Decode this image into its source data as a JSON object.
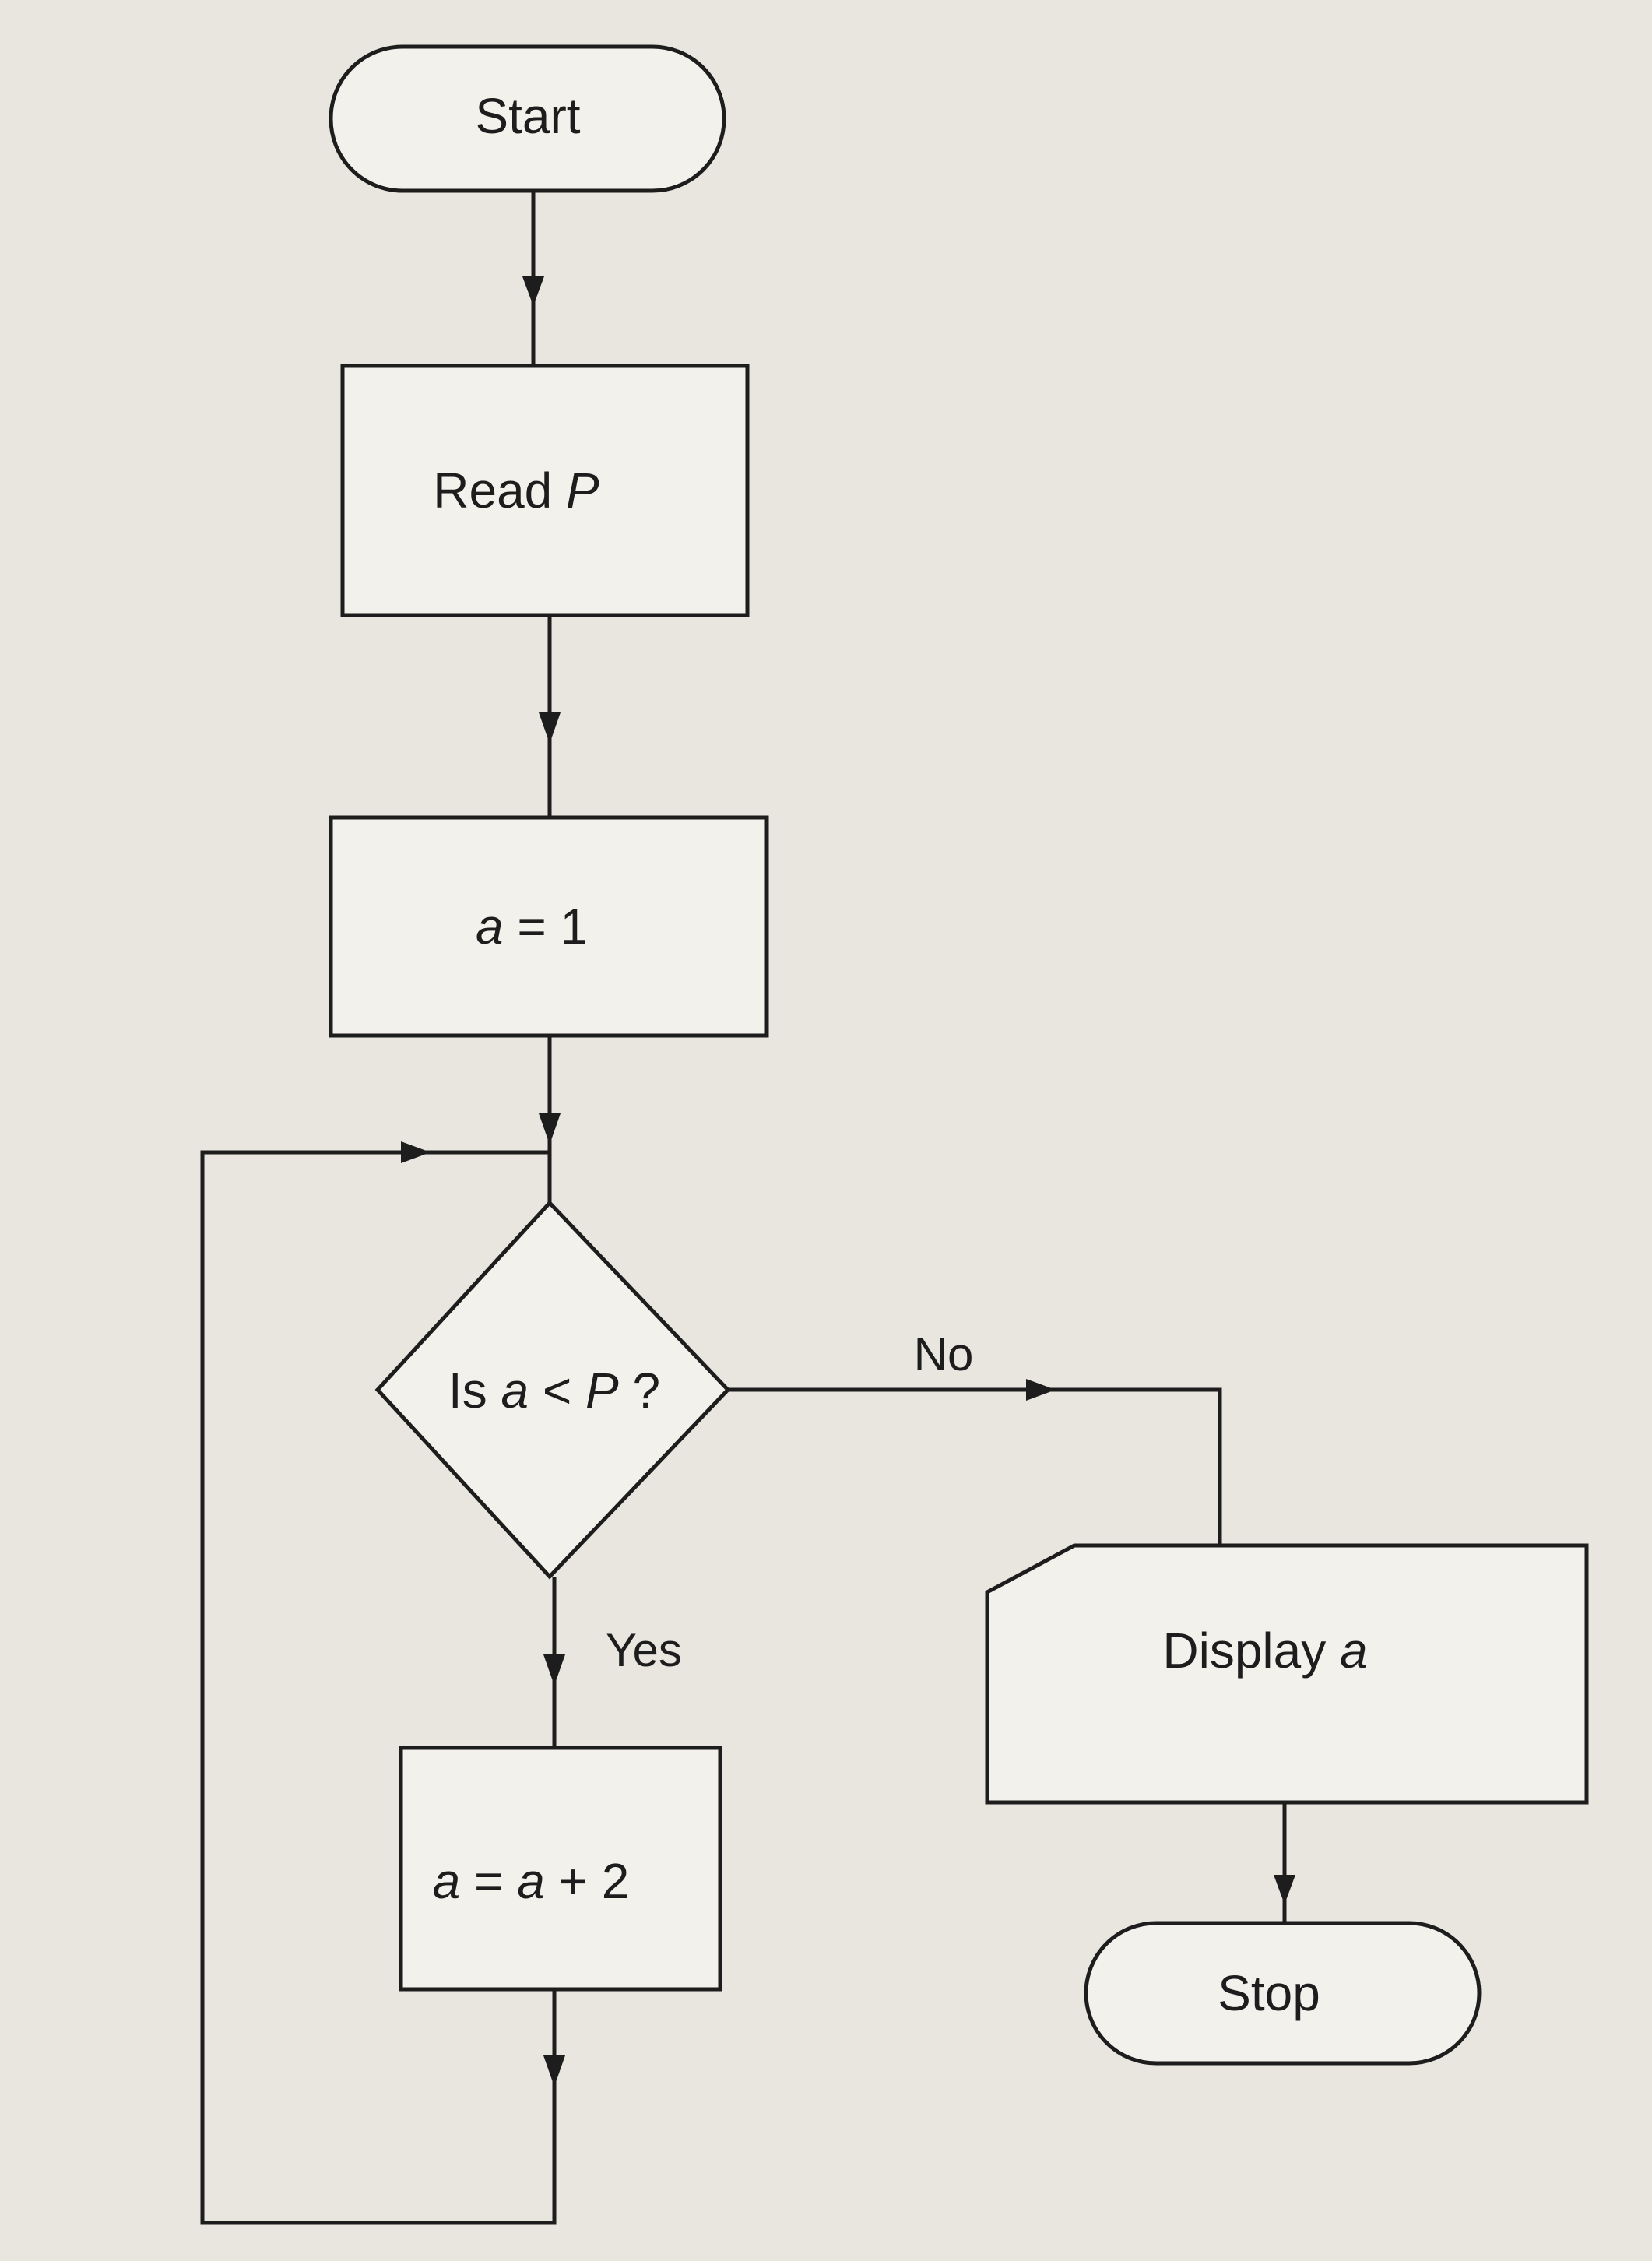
{
  "nodes": {
    "start": {
      "type": "terminator",
      "text": "Start"
    },
    "read": {
      "type": "process",
      "parts": [
        {
          "t": "Read "
        },
        {
          "t": "P",
          "i": true
        }
      ]
    },
    "init": {
      "type": "process",
      "parts": [
        {
          "t": "a",
          "i": true
        },
        {
          "t": " = 1"
        }
      ]
    },
    "decision": {
      "type": "decision",
      "parts": [
        {
          "t": "Is "
        },
        {
          "t": "a",
          "i": true
        },
        {
          "t": " < "
        },
        {
          "t": "P",
          "i": true
        },
        {
          "t": " ?"
        }
      ]
    },
    "increment": {
      "type": "process",
      "parts": [
        {
          "t": "a",
          "i": true
        },
        {
          "t": " = "
        },
        {
          "t": "a",
          "i": true
        },
        {
          "t": " + 2"
        }
      ]
    },
    "display": {
      "type": "manual-input",
      "parts": [
        {
          "t": "Display "
        },
        {
          "t": "a",
          "i": true
        }
      ]
    },
    "stop": {
      "type": "terminator",
      "text": "Stop"
    }
  },
  "edges": {
    "no_label": "No",
    "yes_label": "Yes"
  },
  "colors": {
    "background": "#e9e6df",
    "shape_fill": "#f3f1ec",
    "stroke": "#1d1d1d"
  }
}
